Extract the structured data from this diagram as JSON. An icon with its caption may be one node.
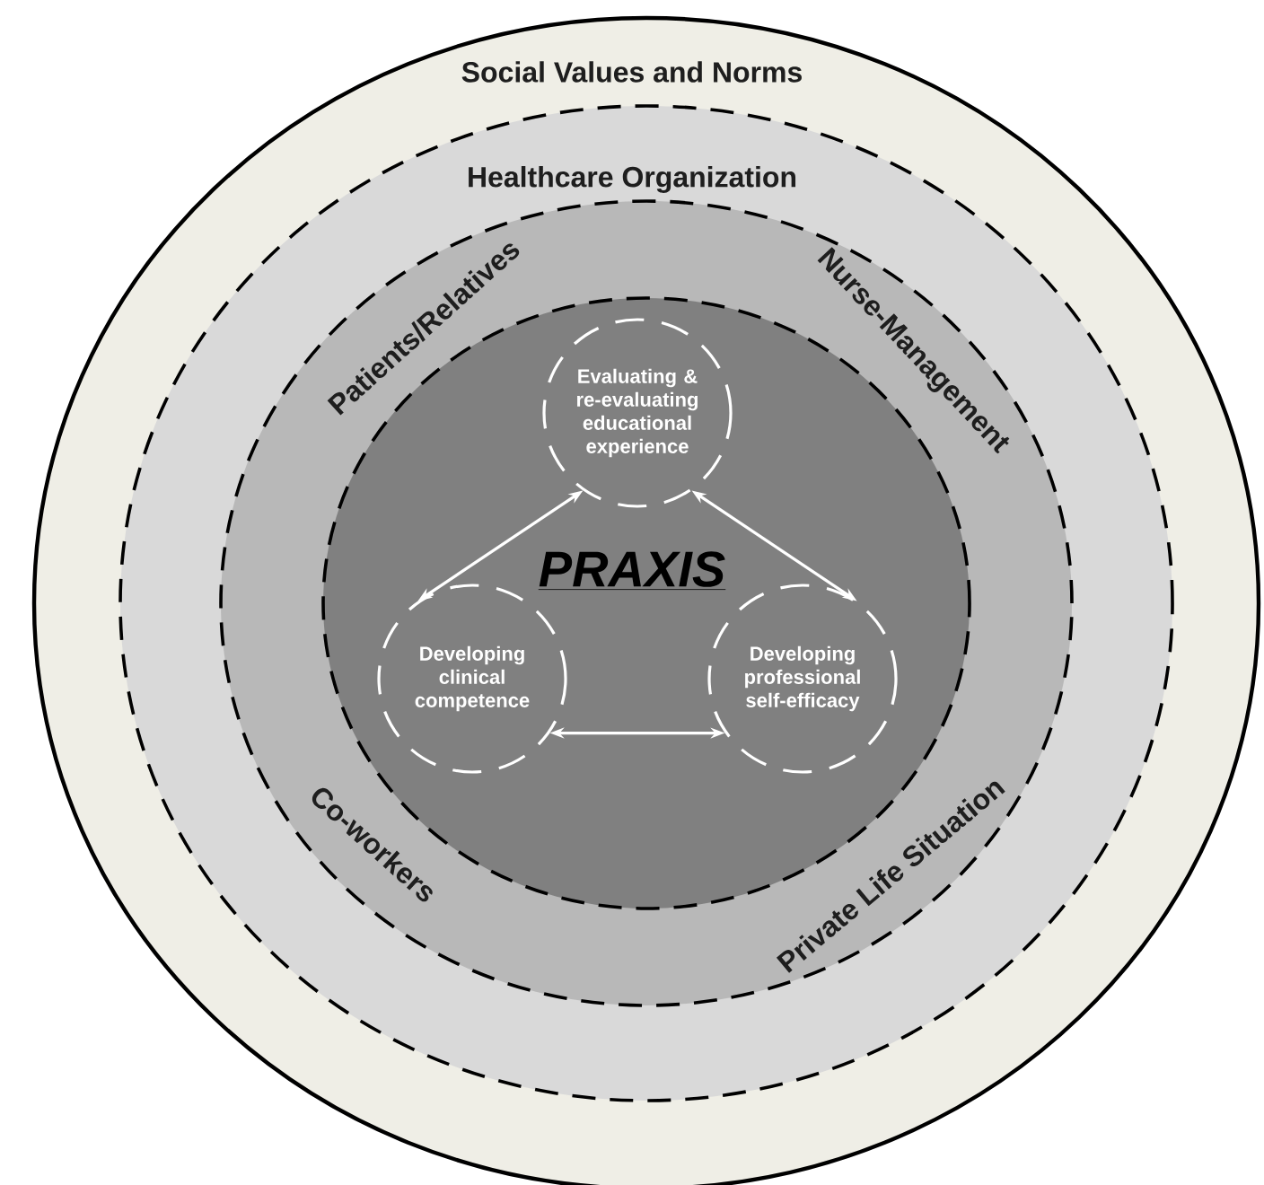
{
  "diagram": {
    "nodes": [
      {
        "text": [
          "Social Values and Norms"
        ]
      },
      {
        "text": [
          "Healthcare Organization"
        ],
        "in": 0
      },
      {
        "text": [
          "Patients/Relatives",
          "Nurse-Management",
          "Co-workers",
          "Private Life Situation"
        ],
        "in": 1
      },
      {
        "text": [
          "PRAXIS"
        ],
        "in": 2
      },
      {
        "text": [
          "Evaluating & re-evaluating educational experience"
        ],
        "in": 3
      },
      {
        "text": [
          "Developing clinical competence"
        ],
        "in": 3
      },
      {
        "text": [
          "Developing professional self-efficacy"
        ],
        "in": 3
      }
    ],
    "edges": [
      {
        "from": 4,
        "to": 5,
        "arrow": "both"
      },
      {
        "from": 4,
        "to": 6,
        "arrow": "both"
      },
      {
        "from": 5,
        "to": 6,
        "arrow": "both"
      }
    ]
  }
}
